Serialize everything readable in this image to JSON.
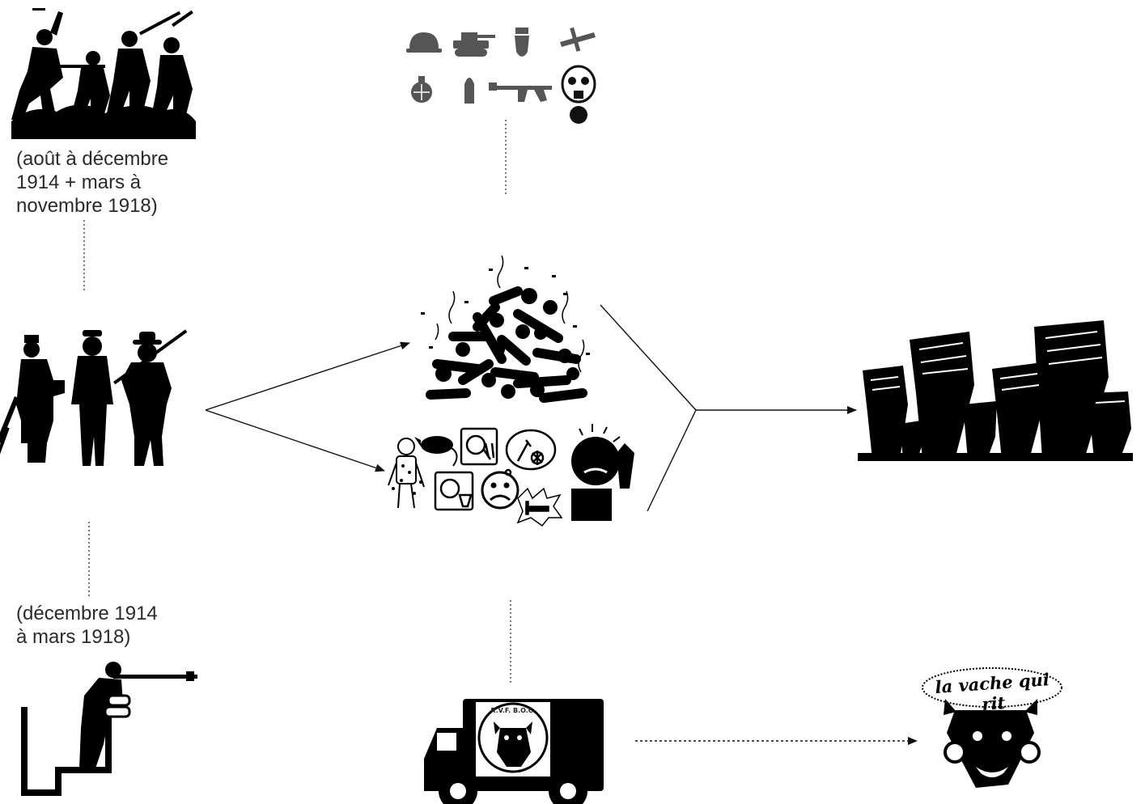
{
  "captions": {
    "movement_war": "(août à décembre\n1914 + mars à\nnovembre 1918)",
    "trench_war": "(décembre 1914\nà mars 1918)"
  },
  "logo": {
    "text": "la vache qui rit"
  },
  "truck_emblem": {
    "text": "R.V.F.  B.O.C."
  },
  "colors": {
    "ink": "#000000",
    "line": "#222222",
    "gray_icons": "#555555",
    "background": "#ffffff"
  },
  "icons": {
    "weapons": [
      "helmet-icon",
      "tank-icon",
      "bomb-icon",
      "airplane-icon",
      "grenade-icon",
      "bullet-icon",
      "rifle-icon",
      "gas-mask-icon"
    ],
    "hardships": [
      "sick-soldier-icon",
      "rat-icon",
      "hunger-icon",
      "cold-icon",
      "thirst-icon",
      "sad-face-icon",
      "no-sleep-icon",
      "stressed-person-icon"
    ]
  }
}
